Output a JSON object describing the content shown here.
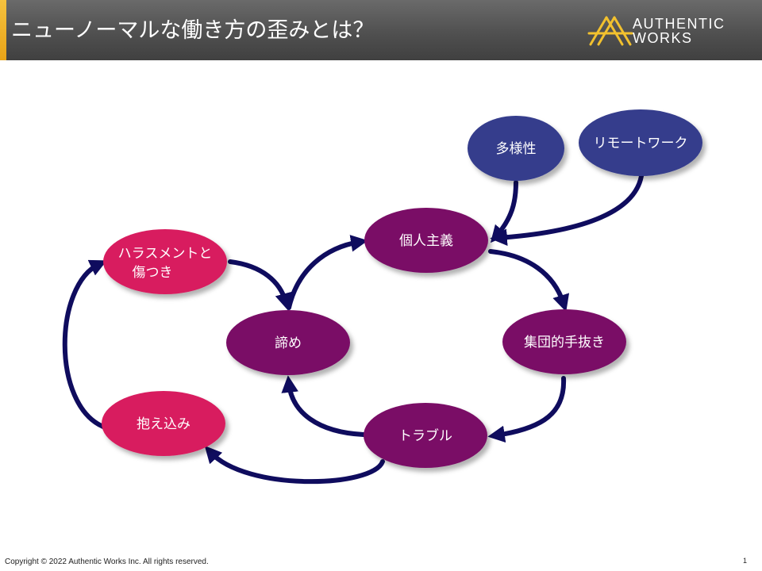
{
  "header": {
    "title": "ニューノーマルな働き方の歪みとは？",
    "logo_line1": "AUTHENTIC",
    "logo_line2": "WORKS"
  },
  "colors": {
    "navy": "#343c8c",
    "purple": "#7a1166",
    "crimson": "#d81f5e",
    "arrow": "#0f0c5e"
  },
  "nodes": {
    "diversity": "多様性",
    "remote_work": "リモートワーク",
    "individualism": "個人主義",
    "harassment_line1": "ハラスメントと",
    "harassment_line2": "傷つき",
    "resignation": "諦め",
    "collective_slacking": "集団的手抜き",
    "holding_in": "抱え込み",
    "trouble": "トラブル"
  },
  "footer": {
    "copyright": "Copyright © 2022 Authentic Works Inc. All rights reserved.",
    "page_number": "1"
  }
}
